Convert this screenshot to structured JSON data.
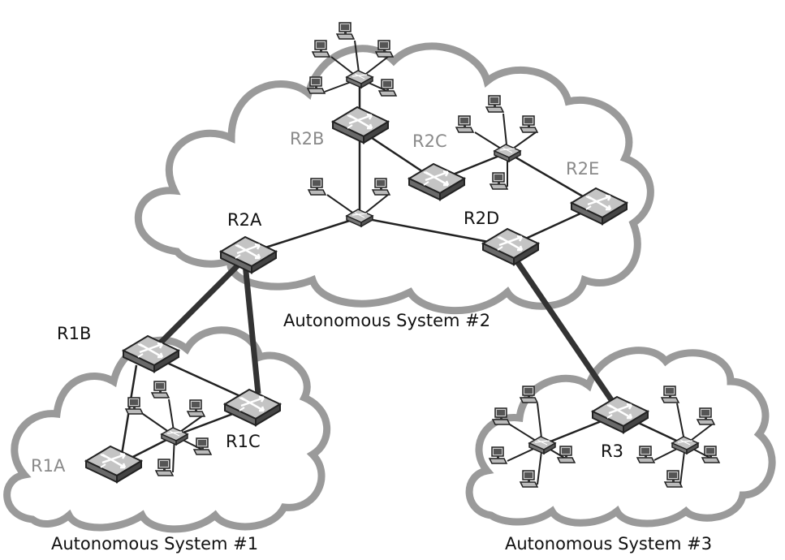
{
  "as_labels": {
    "as1": "Autonomous System #1",
    "as2": "Autonomous System #2",
    "as3": "Autonomous System #3"
  },
  "routers": {
    "r1a": "R1A",
    "r1b": "R1B",
    "r1c": "R1C",
    "r2a": "R2A",
    "r2b": "R2B",
    "r2c": "R2C",
    "r2d": "R2D",
    "r2e": "R2E",
    "r3": "R3"
  },
  "colors": {
    "cloud_outline": "#9a9a9a",
    "link": "#222222",
    "inter_as_link": "#333333",
    "router_top": "#bdbdbd",
    "router_side": "#555555",
    "dim_label": "#8a8a8a"
  },
  "icons": {
    "router": "router-icon",
    "switch": "switch-hub-icon",
    "host": "computer-workstation-icon",
    "cloud": "cloud-icon"
  }
}
